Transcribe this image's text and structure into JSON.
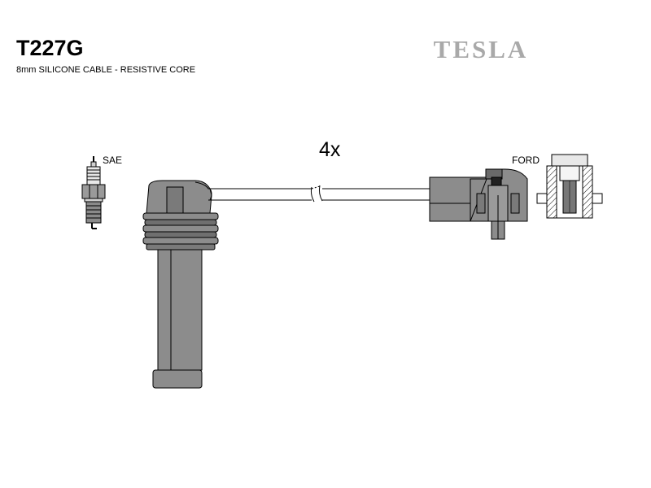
{
  "header": {
    "part_number": "T227G",
    "subtitle": "8mm SILICONE CABLE - RESISTIVE CORE",
    "brand": "TESLA"
  },
  "diagram": {
    "quantity": "4x",
    "plug_end_label": "SAE",
    "coil_end_label": "FORD"
  },
  "colors": {
    "boot_fill": "#8c8c8c",
    "boot_dark": "#6a6a6a",
    "stroke": "#000000",
    "brand_fill": "#a9a9a9",
    "background": "#ffffff"
  }
}
